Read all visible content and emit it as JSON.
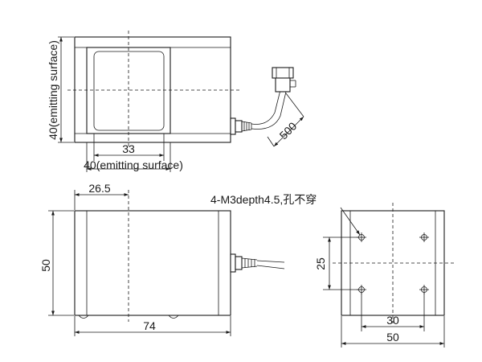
{
  "top_view": {
    "dim_height_label": "40(emitting surface)",
    "dim_inner_width": "33",
    "dim_width_label": "40(emitting surface)",
    "dim_cable": "500"
  },
  "side_view": {
    "dim_offset": "26.5",
    "dim_height": "50",
    "dim_length": "74"
  },
  "bottom_view": {
    "hole_note": "4-M3depth4.5,孔不穿",
    "dim_hole_pitch_v": "25",
    "dim_hole_pitch_h": "30",
    "dim_width": "50"
  }
}
